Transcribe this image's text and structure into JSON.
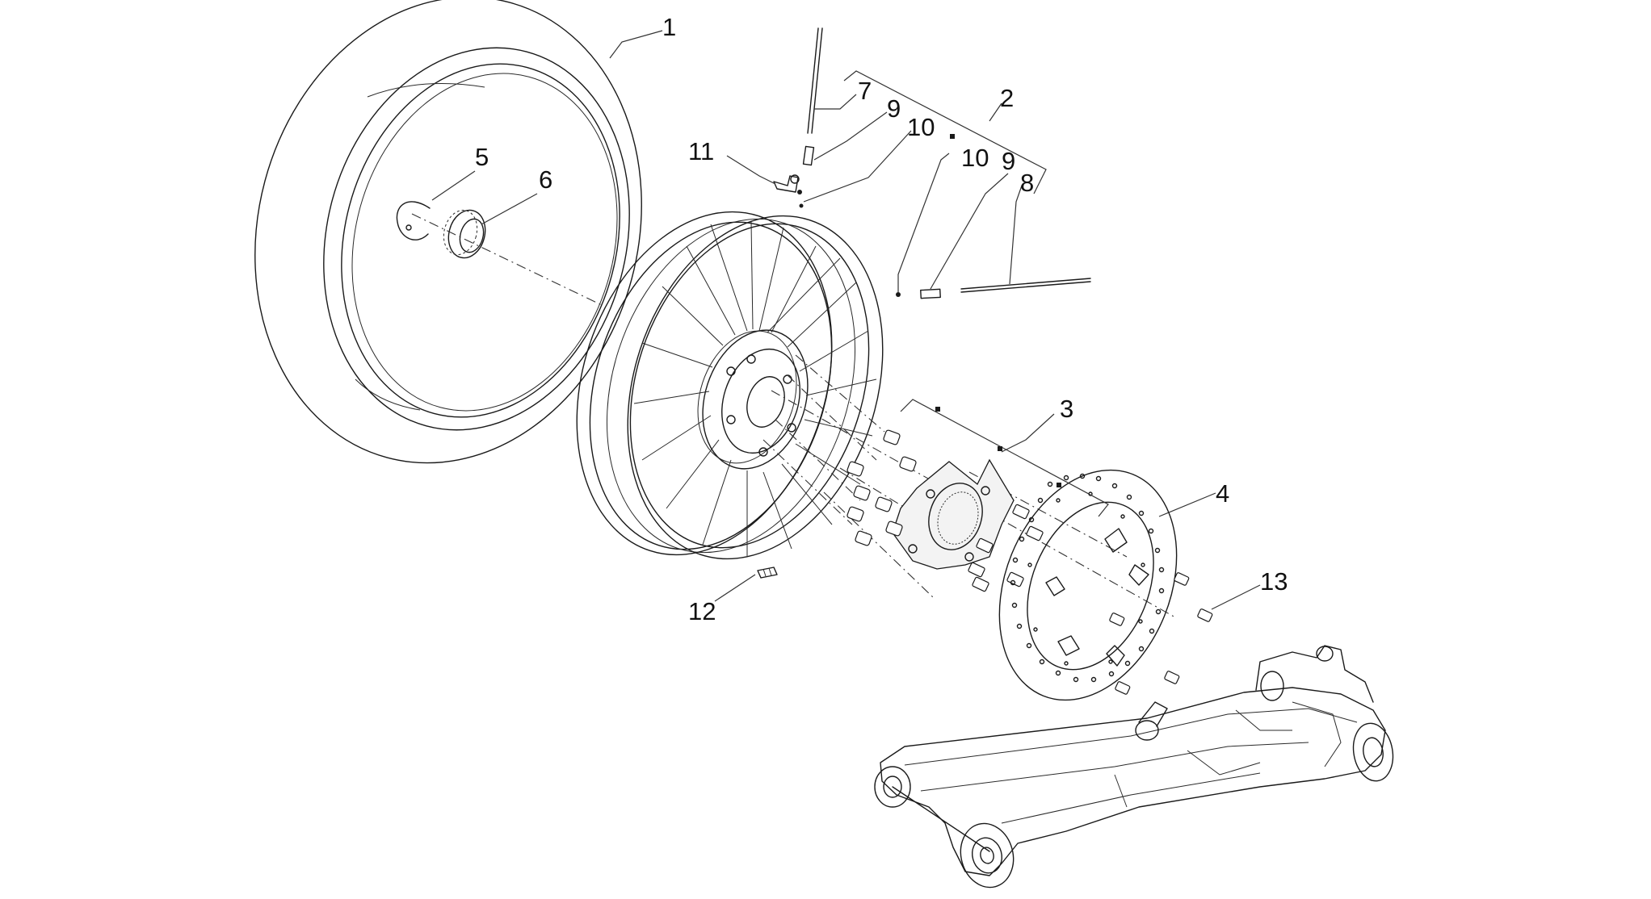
{
  "diagram": {
    "callouts": [
      {
        "id": "1",
        "label": "1"
      },
      {
        "id": "2",
        "label": "2"
      },
      {
        "id": "3",
        "label": "3"
      },
      {
        "id": "4",
        "label": "4"
      },
      {
        "id": "5",
        "label": "5"
      },
      {
        "id": "6",
        "label": "6"
      },
      {
        "id": "7",
        "label": "7"
      },
      {
        "id": "8",
        "label": "8"
      },
      {
        "id": "9a",
        "label": "9"
      },
      {
        "id": "9b",
        "label": "9"
      },
      {
        "id": "10a",
        "label": "10"
      },
      {
        "id": "10b",
        "label": "10"
      },
      {
        "id": "11",
        "label": "11"
      },
      {
        "id": "12",
        "label": "12"
      },
      {
        "id": "13",
        "label": "13"
      }
    ]
  }
}
